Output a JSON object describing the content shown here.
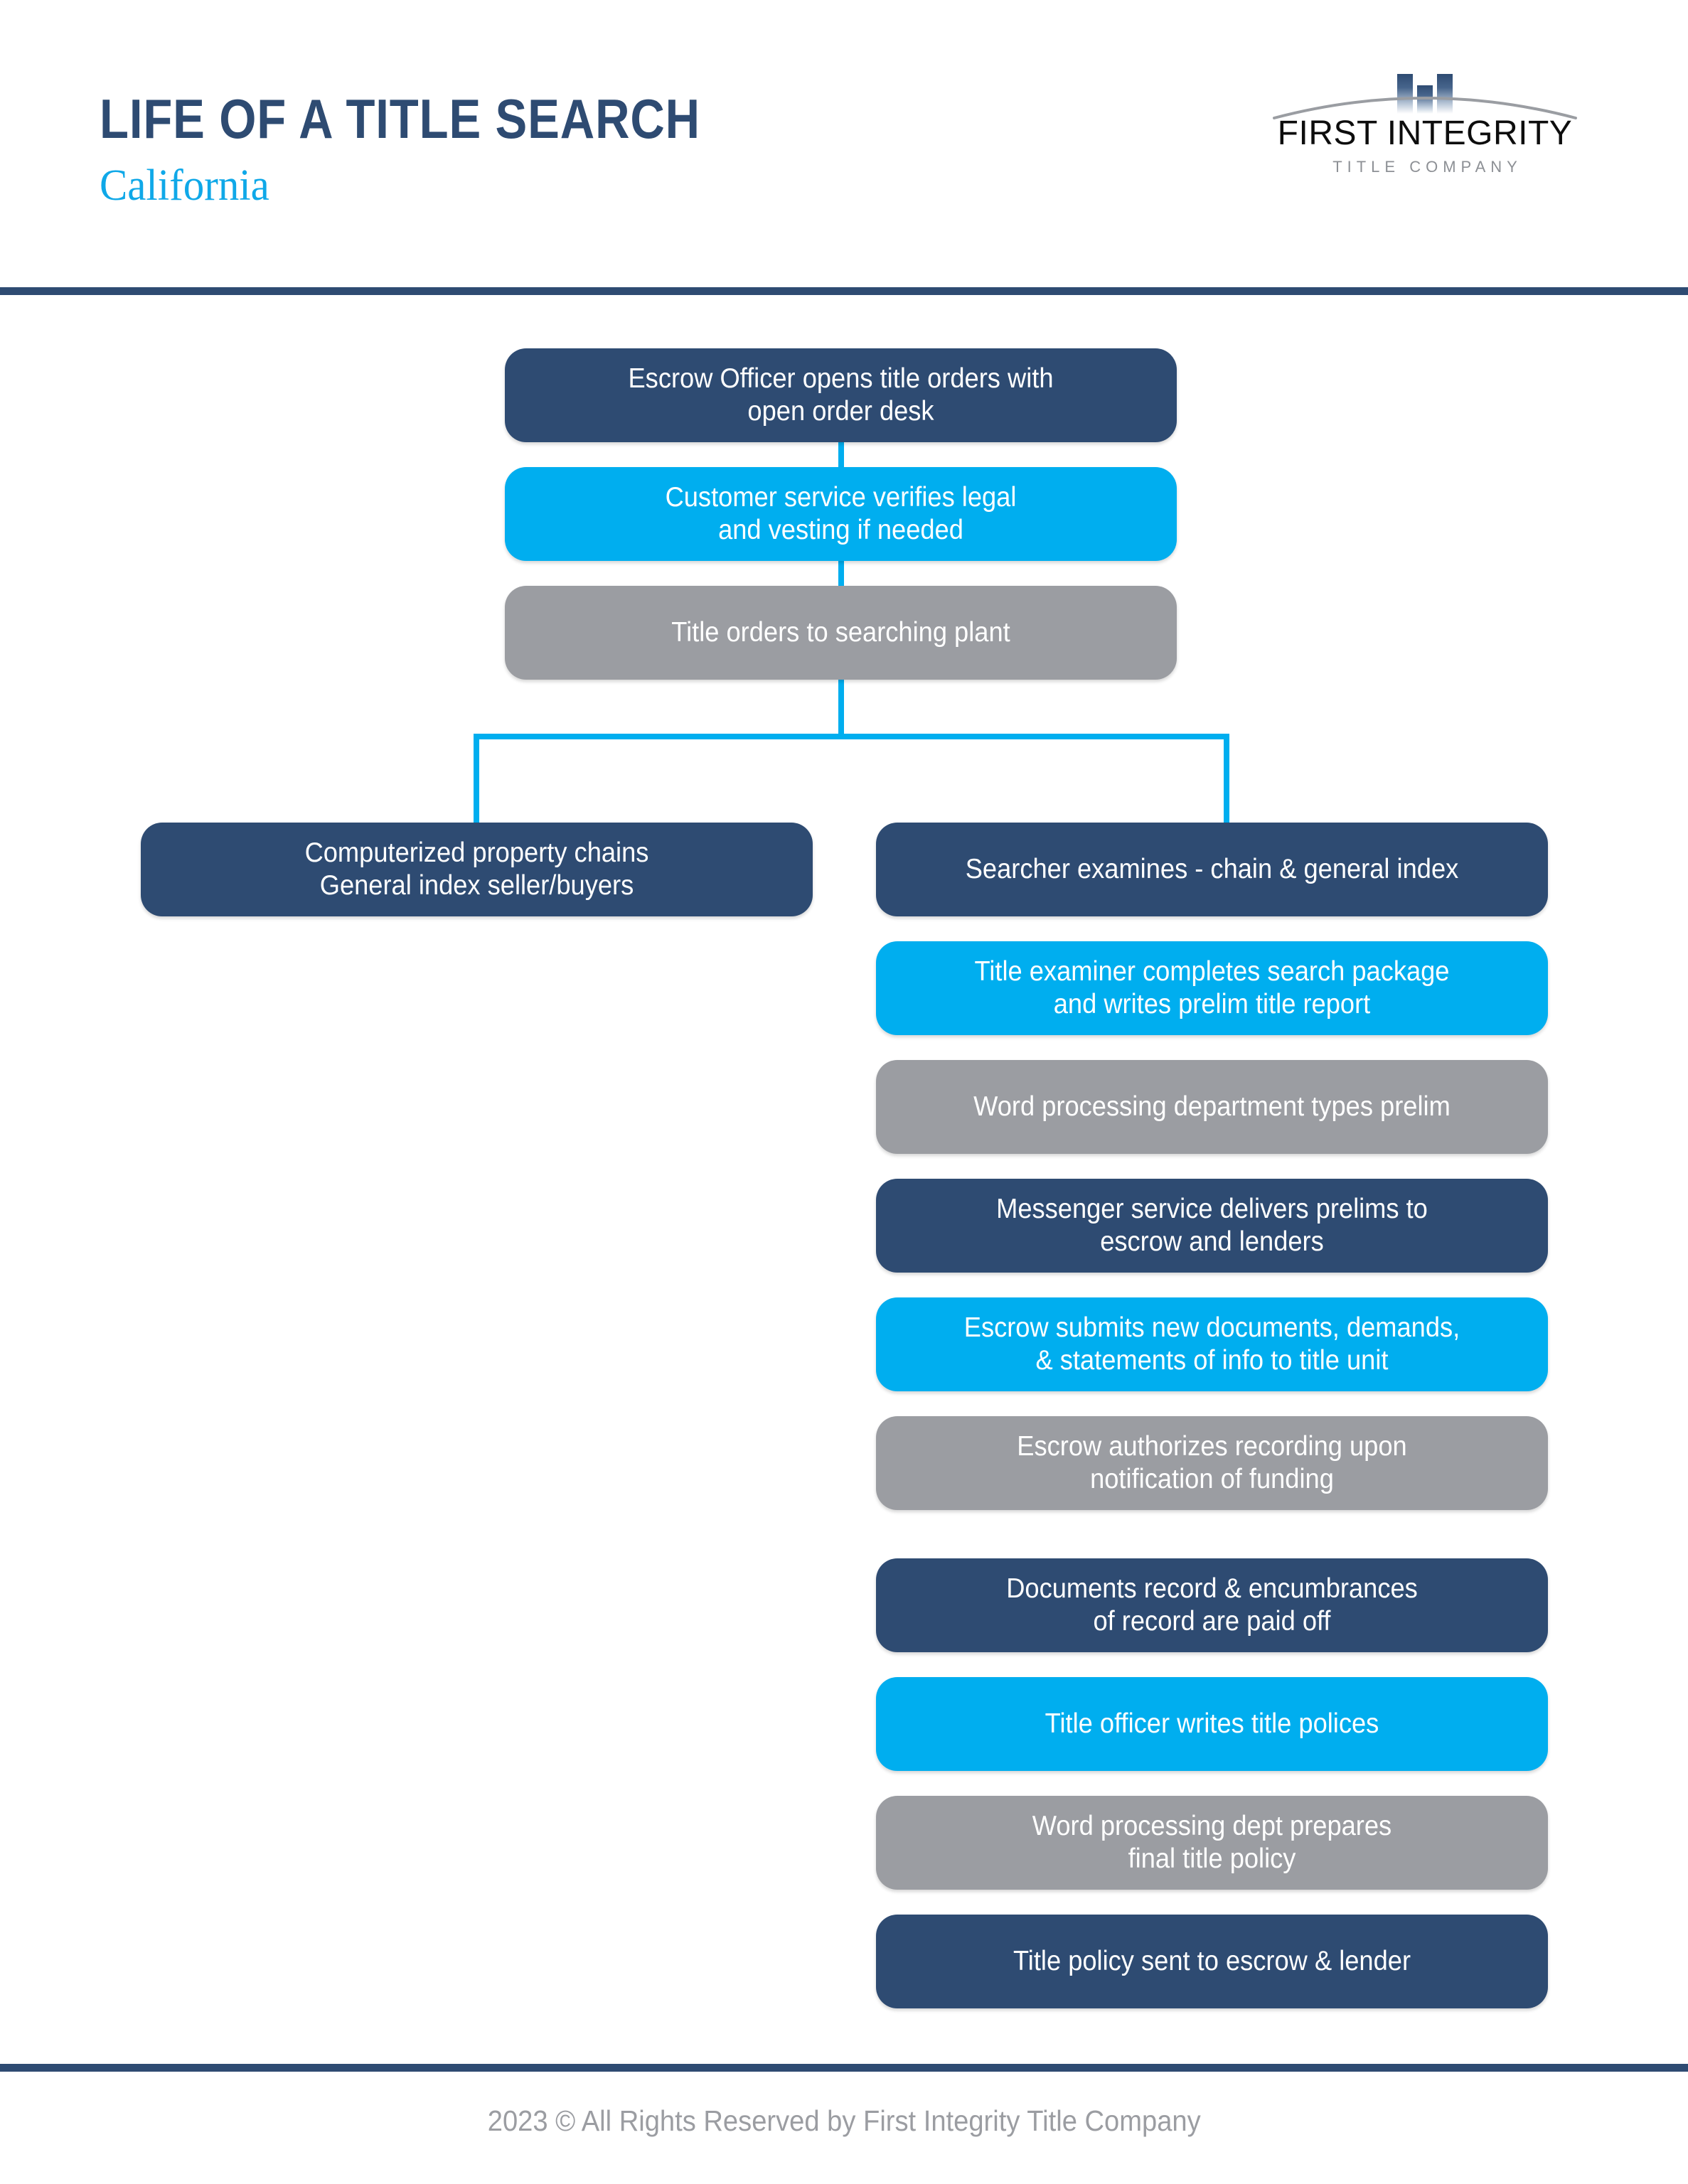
{
  "header": {
    "title": "LIFE OF A TITLE SEARCH",
    "subtitle": "California",
    "logo": {
      "name": "FIRST INTEGRITY",
      "tagline": "TITLE COMPANY"
    }
  },
  "colors": {
    "navy": "#2E4B72",
    "cyan": "#00AEEF",
    "gray": "#9B9DA2",
    "subtitle_blue": "#0FA8E8",
    "footer_gray": "#9B9DA2",
    "background": "#FFFFFF",
    "node_text": "#FFFFFF"
  },
  "flow": {
    "trunk": [
      {
        "id": "step-1",
        "style": "navy",
        "lines": [
          "Escrow Officer opens title orders with",
          "open order desk"
        ]
      },
      {
        "id": "step-2",
        "style": "cyan",
        "lines": [
          "Customer service verifies legal",
          "and vesting if needed"
        ]
      },
      {
        "id": "step-3",
        "style": "gray",
        "lines": [
          "Title orders to searching plant"
        ]
      }
    ],
    "left_branch": [
      {
        "id": "step-4a",
        "style": "navy",
        "lines": [
          "Computerized property chains",
          "General index seller/buyers"
        ]
      }
    ],
    "right_branch": [
      {
        "id": "step-4b",
        "style": "navy",
        "lines": [
          "Searcher examines - chain & general index"
        ]
      },
      {
        "id": "step-5",
        "style": "cyan",
        "lines": [
          "Title examiner completes search package",
          "and writes prelim title report"
        ]
      },
      {
        "id": "step-6",
        "style": "gray",
        "lines": [
          "Word processing department types prelim"
        ]
      },
      {
        "id": "step-7",
        "style": "navy",
        "lines": [
          "Messenger service delivers prelims to",
          "escrow and lenders"
        ]
      },
      {
        "id": "step-8",
        "style": "cyan",
        "lines": [
          "Escrow submits new documents, demands,",
          "& statements of info to title unit"
        ]
      },
      {
        "id": "step-9",
        "style": "gray",
        "lines": [
          "Escrow authorizes recording upon",
          "notification of funding"
        ]
      },
      {
        "id": "step-10",
        "style": "navy",
        "lines": [
          "Documents record & encumbrances",
          "of record are paid off"
        ]
      },
      {
        "id": "step-11",
        "style": "cyan",
        "lines": [
          "Title officer writes title polices"
        ]
      },
      {
        "id": "step-12",
        "style": "gray",
        "lines": [
          "Word processing dept prepares",
          "final title policy"
        ]
      },
      {
        "id": "step-13",
        "style": "navy",
        "lines": [
          "Title policy sent to escrow & lender"
        ]
      }
    ]
  },
  "footer": {
    "copyright": "2023 © All Rights Reserved by First Integrity Title Company"
  }
}
